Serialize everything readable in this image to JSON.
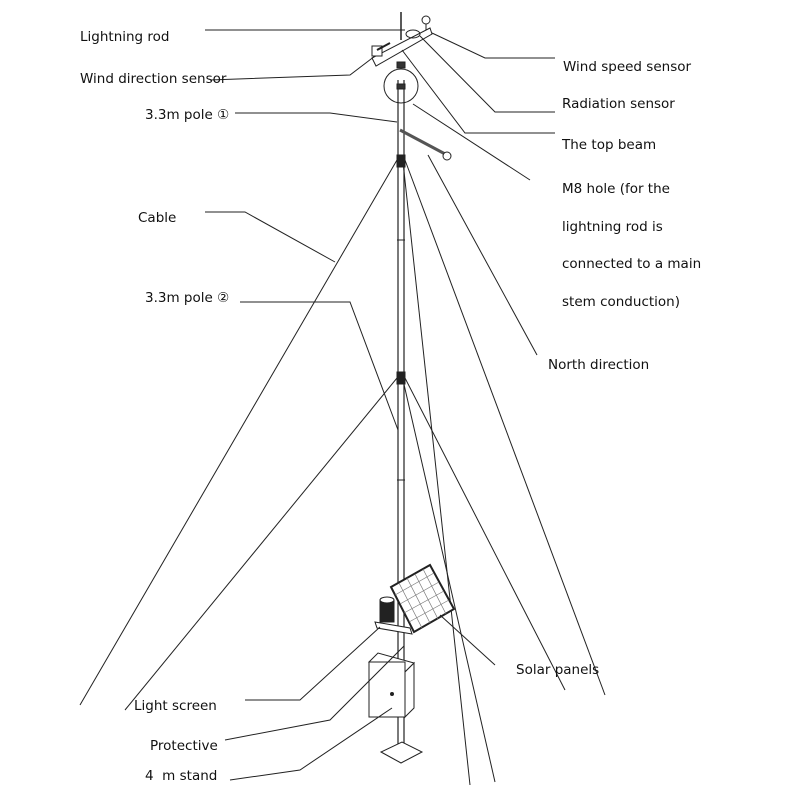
{
  "labels": {
    "lightning_rod": "Lightning rod",
    "wind_direction_sensor": "Wind direction sensor",
    "pole_1": "3.3m pole ①",
    "cable": "Cable",
    "pole_2": "3.3m pole ②",
    "wind_speed_sensor": "Wind speed sensor",
    "radiation_sensor": "Radiation sensor",
    "top_beam": "The top beam",
    "m8_hole": [
      "M8 hole (for the",
      "lightning rod is",
      "connected to a main",
      "stem conduction)"
    ],
    "north_direction": "North direction",
    "solar_panels": "Solar panels",
    "light_screen": "Light screen",
    "protective": "Protective",
    "stand": "4  m stand"
  },
  "colors": {
    "line": "#222222",
    "background": "#ffffff"
  }
}
